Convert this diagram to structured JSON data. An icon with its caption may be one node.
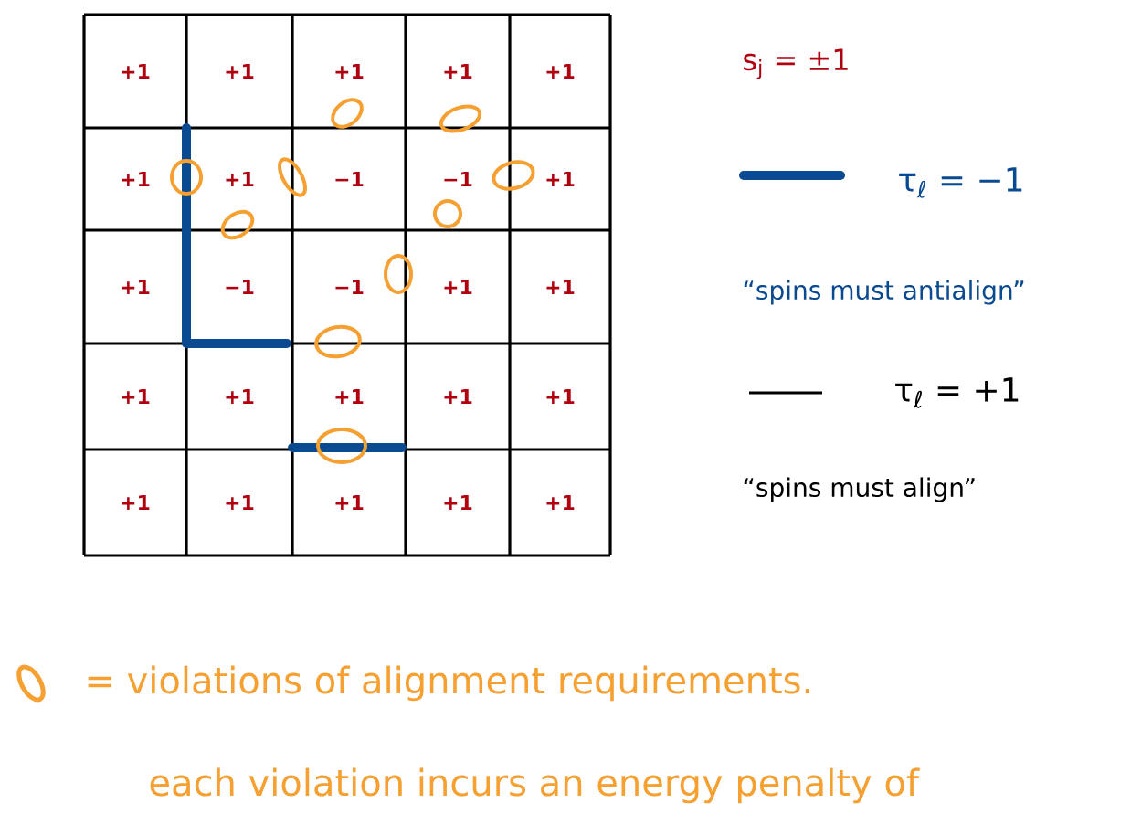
{
  "diagram": {
    "labels": [
      "+1",
      "+1",
      "+1",
      "+1",
      "+1",
      "+1",
      "+1",
      "−1",
      "−1",
      "+1",
      "+1",
      "−1",
      "−1",
      "+1",
      "+1",
      "+1",
      "+1",
      "+1",
      "+1",
      "+1",
      "+1",
      "+1",
      "+1",
      "+1",
      "+1",
      "s$_{j}$ = ±1",
      "“spins must antialign”",
      "“spins must align”",
      "each violation incurs an energy penalty of"
    ],
    "legend": [
      {
        "text": "τ$_{ℓ}$ = −1"
      },
      {
        "text": "τ$_{ℓ}$ = +1"
      },
      {
        "text": "= violations of alignment requirements."
      }
    ]
  }
}
